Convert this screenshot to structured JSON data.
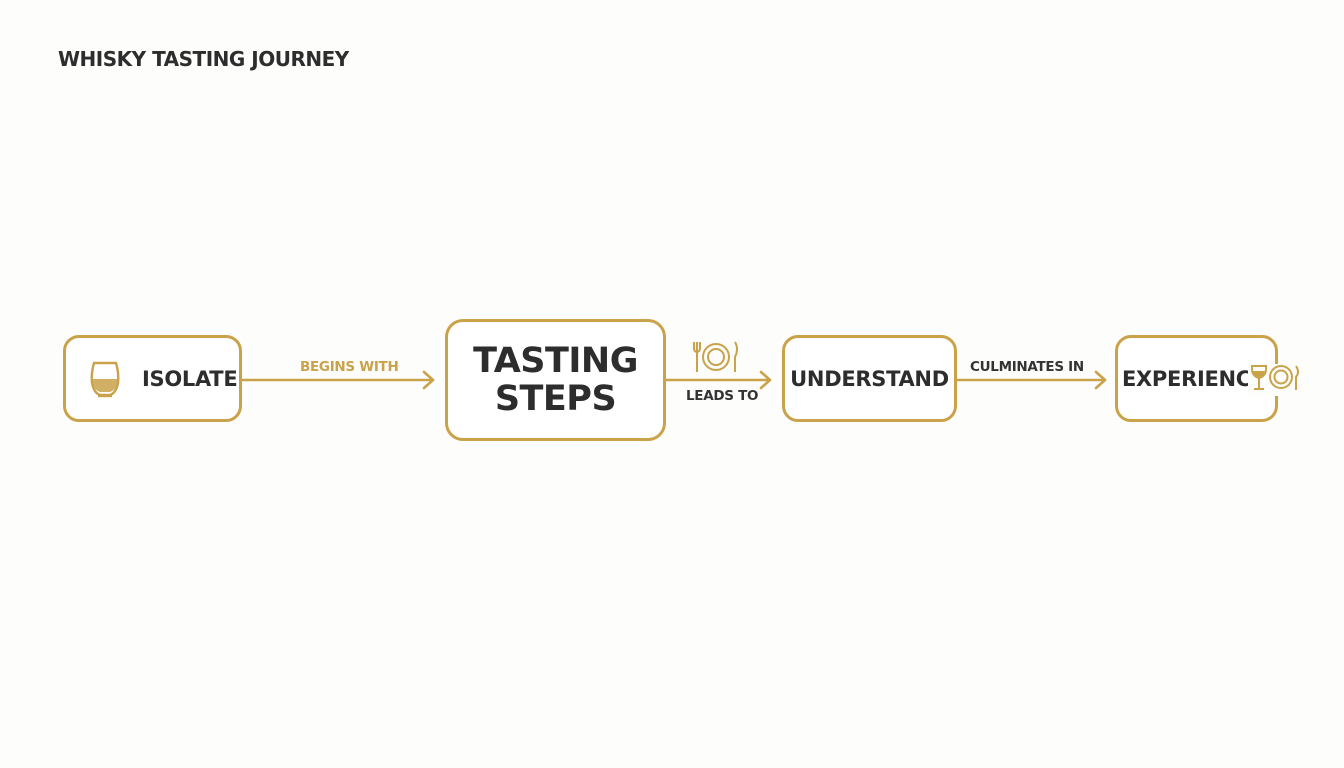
{
  "title": "WHISKY TASTING JOURNEY",
  "colors": {
    "accent": "#c9a24a",
    "text": "#2d2d2d",
    "background": "#fdfdfc"
  },
  "nodes": {
    "isolate": {
      "label": "ISOLATE",
      "icon": "whisky-glass-icon"
    },
    "tasting_steps": {
      "line1": "TASTING",
      "line2": "STEPS"
    },
    "understand": {
      "label": "UNDERSTAND",
      "icon": "plate-cutlery-icon"
    },
    "experience": {
      "label": "EXPERIENCE",
      "icon": "wine-glass-plate-icon"
    }
  },
  "edges": {
    "begins_with": "BEGINS WITH",
    "leads_to": "LEADS TO",
    "culminates_in": "CULMINATES IN"
  }
}
